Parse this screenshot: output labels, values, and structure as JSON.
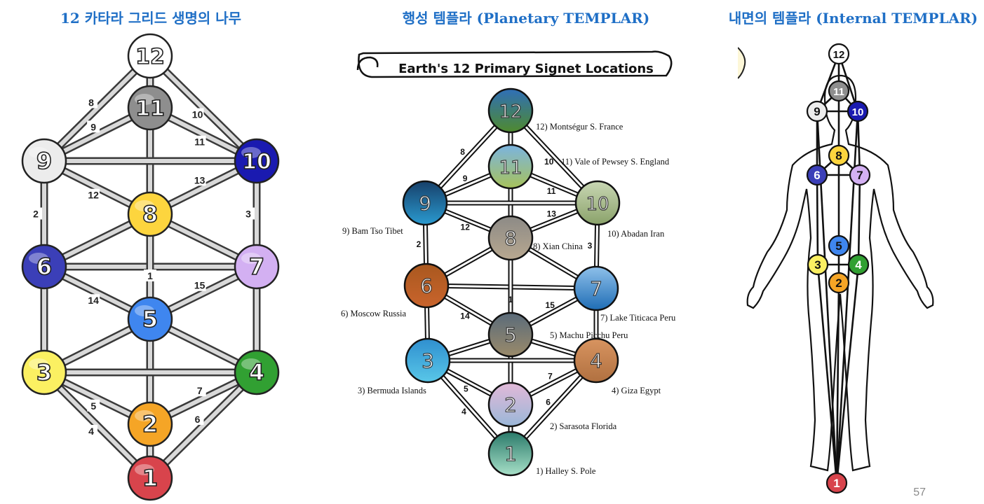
{
  "titles": {
    "left": "12 카타라 그리드 생명의 나무",
    "middle": "행성 템플라 (Planetary TEMPLAR)",
    "right": "내면의 템플라 (Internal TEMPLAR)"
  },
  "banner": "Earth's 12 Primary Signet Locations",
  "page_number": "57",
  "nodes": [
    {
      "id": "1",
      "color": "#d8444c"
    },
    {
      "id": "2",
      "color": "#f5a526"
    },
    {
      "id": "3",
      "color": "#fbf062"
    },
    {
      "id": "4",
      "color": "#31a032"
    },
    {
      "id": "5",
      "color": "#3f86ef"
    },
    {
      "id": "6",
      "color": "#3b3fb8"
    },
    {
      "id": "7",
      "color": "#d3b0f2"
    },
    {
      "id": "8",
      "color": "#fdd53e"
    },
    {
      "id": "9",
      "color": "#ececec"
    },
    {
      "id": "10",
      "color": "#1a1ab0"
    },
    {
      "id": "11",
      "color": "#8e8e8e"
    },
    {
      "id": "12",
      "color": "#ffffff"
    }
  ],
  "path_labels": [
    "1",
    "2",
    "3",
    "4",
    "5",
    "6",
    "7",
    "8",
    "9",
    "10",
    "11",
    "12",
    "13",
    "14",
    "15"
  ],
  "locations": [
    {
      "id": "1",
      "label": "1) Halley S. Pole"
    },
    {
      "id": "2",
      "label": "2) Sarasota Florida"
    },
    {
      "id": "3",
      "label": "3) Bermuda Islands"
    },
    {
      "id": "4",
      "label": "4) Giza Egypt"
    },
    {
      "id": "5",
      "label": "5) Machu Picchu Peru"
    },
    {
      "id": "6",
      "label": "6) Moscow Russia"
    },
    {
      "id": "7",
      "label": "7) Lake Titicaca Peru"
    },
    {
      "id": "8",
      "label": "8) Xian China"
    },
    {
      "id": "9",
      "label": "9) Bam Tso Tibet"
    },
    {
      "id": "10",
      "label": "10) Abadan Iran"
    },
    {
      "id": "11",
      "label": "11) Vale of Pewsey S. England"
    },
    {
      "id": "12",
      "label": "12) Montségur S. France"
    }
  ]
}
